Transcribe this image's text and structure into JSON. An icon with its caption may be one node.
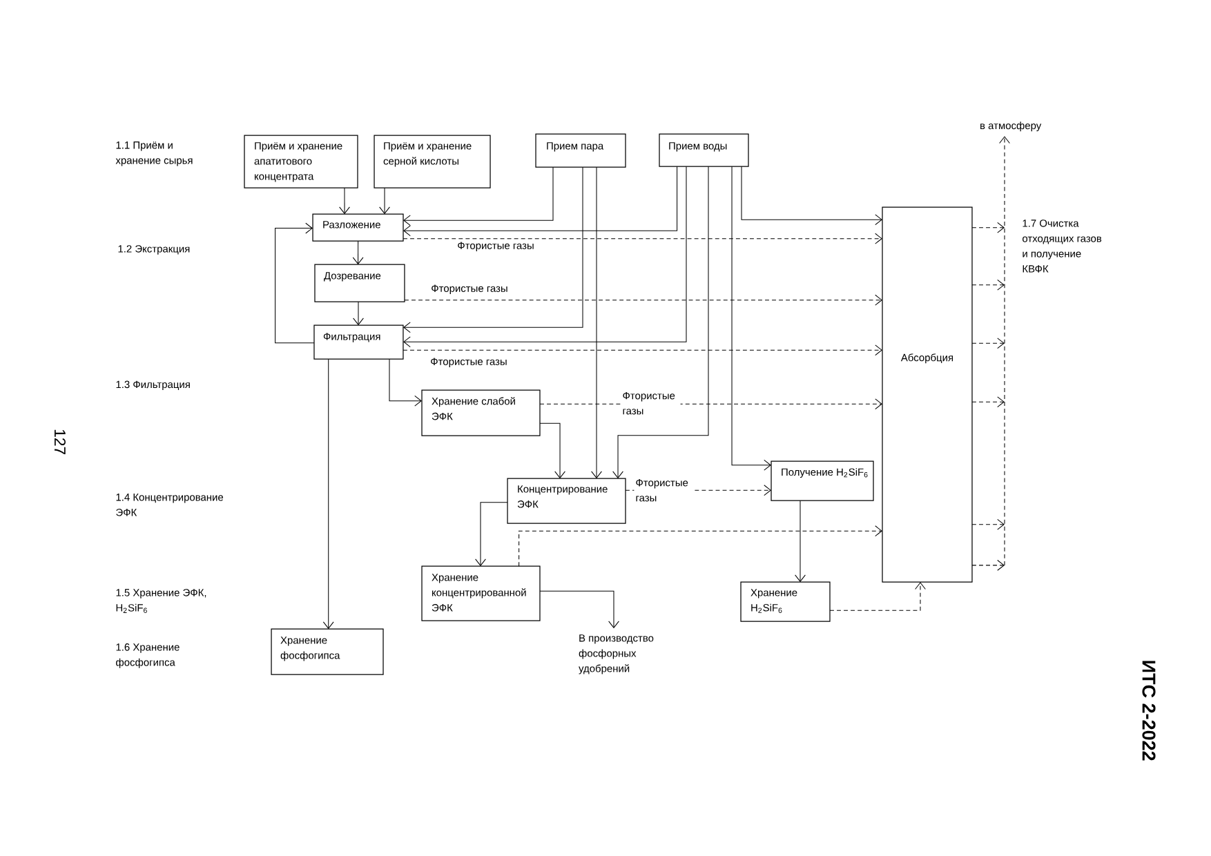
{
  "diagram": {
    "nodes": [
      {
        "text": [
          "Приём и хранение апатитового концентрата"
        ]
      },
      {
        "text": [
          "Приём и хранение серной кислоты"
        ]
      },
      {
        "text": [
          "Прием пара"
        ]
      },
      {
        "text": [
          "Прием воды"
        ]
      },
      {
        "text": [
          "в атмосферу"
        ]
      },
      {
        "text": [
          "Разложение"
        ]
      },
      {
        "text": [
          "Дозревание"
        ]
      },
      {
        "text": [
          "Фильтрация"
        ]
      },
      {
        "text": [
          "Абсорбция"
        ]
      },
      {
        "text": [
          "Хранение слабой ЭФК"
        ]
      },
      {
        "text": [
          "Концентрирование ЭФК"
        ]
      },
      {
        "text": [
          "Получение H$_{2}$SiF$_{6}$"
        ]
      },
      {
        "text": [
          "Хранение концентрированной ЭФК"
        ]
      },
      {
        "text": [
          "Хранение H$_{2}$SiF$_{6}$"
        ]
      },
      {
        "text": [
          "Хранение фосфогипса"
        ]
      },
      {
        "text": [
          "В производство фосфорных удобрений"
        ]
      }
    ],
    "edges": [
      {
        "from": 0,
        "to": 5,
        "arrow": "to"
      },
      {
        "from": 1,
        "to": 5,
        "arrow": "to"
      },
      {
        "from": 2,
        "to": 5,
        "arrow": "to"
      },
      {
        "from": 3,
        "to": 5,
        "arrow": "to"
      },
      {
        "from": 5,
        "to": 6,
        "arrow": "to"
      },
      {
        "from": 6,
        "to": 7,
        "arrow": "to"
      },
      {
        "from": 7,
        "to": 5,
        "arrow": "to"
      },
      {
        "from": 2,
        "to": 7,
        "arrow": "to"
      },
      {
        "from": 3,
        "to": 7,
        "arrow": "to"
      },
      {
        "from": 2,
        "to": 10,
        "arrow": "to"
      },
      {
        "from": 3,
        "to": 10,
        "arrow": "to"
      },
      {
        "from": 3,
        "to": 11,
        "arrow": "to"
      },
      {
        "from": 3,
        "to": 8,
        "arrow": "to"
      },
      {
        "from": 5,
        "to": 8,
        "arrow": "to",
        "style": "dashed",
        "label": "Фтористые газы"
      },
      {
        "from": 6,
        "to": 8,
        "arrow": "to",
        "style": "dashed",
        "label": "Фтористые газы"
      },
      {
        "from": 7,
        "to": 8,
        "arrow": "to",
        "style": "dashed",
        "label": "Фтористые газы"
      },
      {
        "from": 9,
        "to": 8,
        "arrow": "to",
        "style": "dashed",
        "label": "Фтористые газы"
      },
      {
        "from": 7,
        "to": 14,
        "arrow": "to"
      },
      {
        "from": 7,
        "to": 9,
        "arrow": "to"
      },
      {
        "from": 9,
        "to": 10,
        "arrow": "to"
      },
      {
        "from": 10,
        "to": 11,
        "arrow": "to",
        "style": "dashed",
        "label": "Фтористые газы"
      },
      {
        "from": 10,
        "to": 12,
        "arrow": "to"
      },
      {
        "from": 12,
        "to": 8,
        "arrow": "to",
        "style": "dashed"
      },
      {
        "from": 12,
        "to": 15,
        "arrow": "to"
      },
      {
        "from": 11,
        "to": 13,
        "arrow": "to"
      },
      {
        "from": 13,
        "to": 8,
        "arrow": "to",
        "style": "dashed"
      },
      {
        "from": 8,
        "to": 4,
        "arrow": "to",
        "style": "dashed"
      }
    ],
    "labels": [
      "1.1 Приём и хранение сырья",
      "1.2 Экстракция",
      "1.3 Фильтрация",
      "1.4 Концентрирование ЭФК",
      "1.5 Хранение ЭФК, H$_{2}$SiF$_{6}$",
      "1.6 Хранение фосфогипса",
      "1.7 Очистка отходящих газов и получение КВФК",
      "127",
      "ИТС 2-2022"
    ]
  }
}
